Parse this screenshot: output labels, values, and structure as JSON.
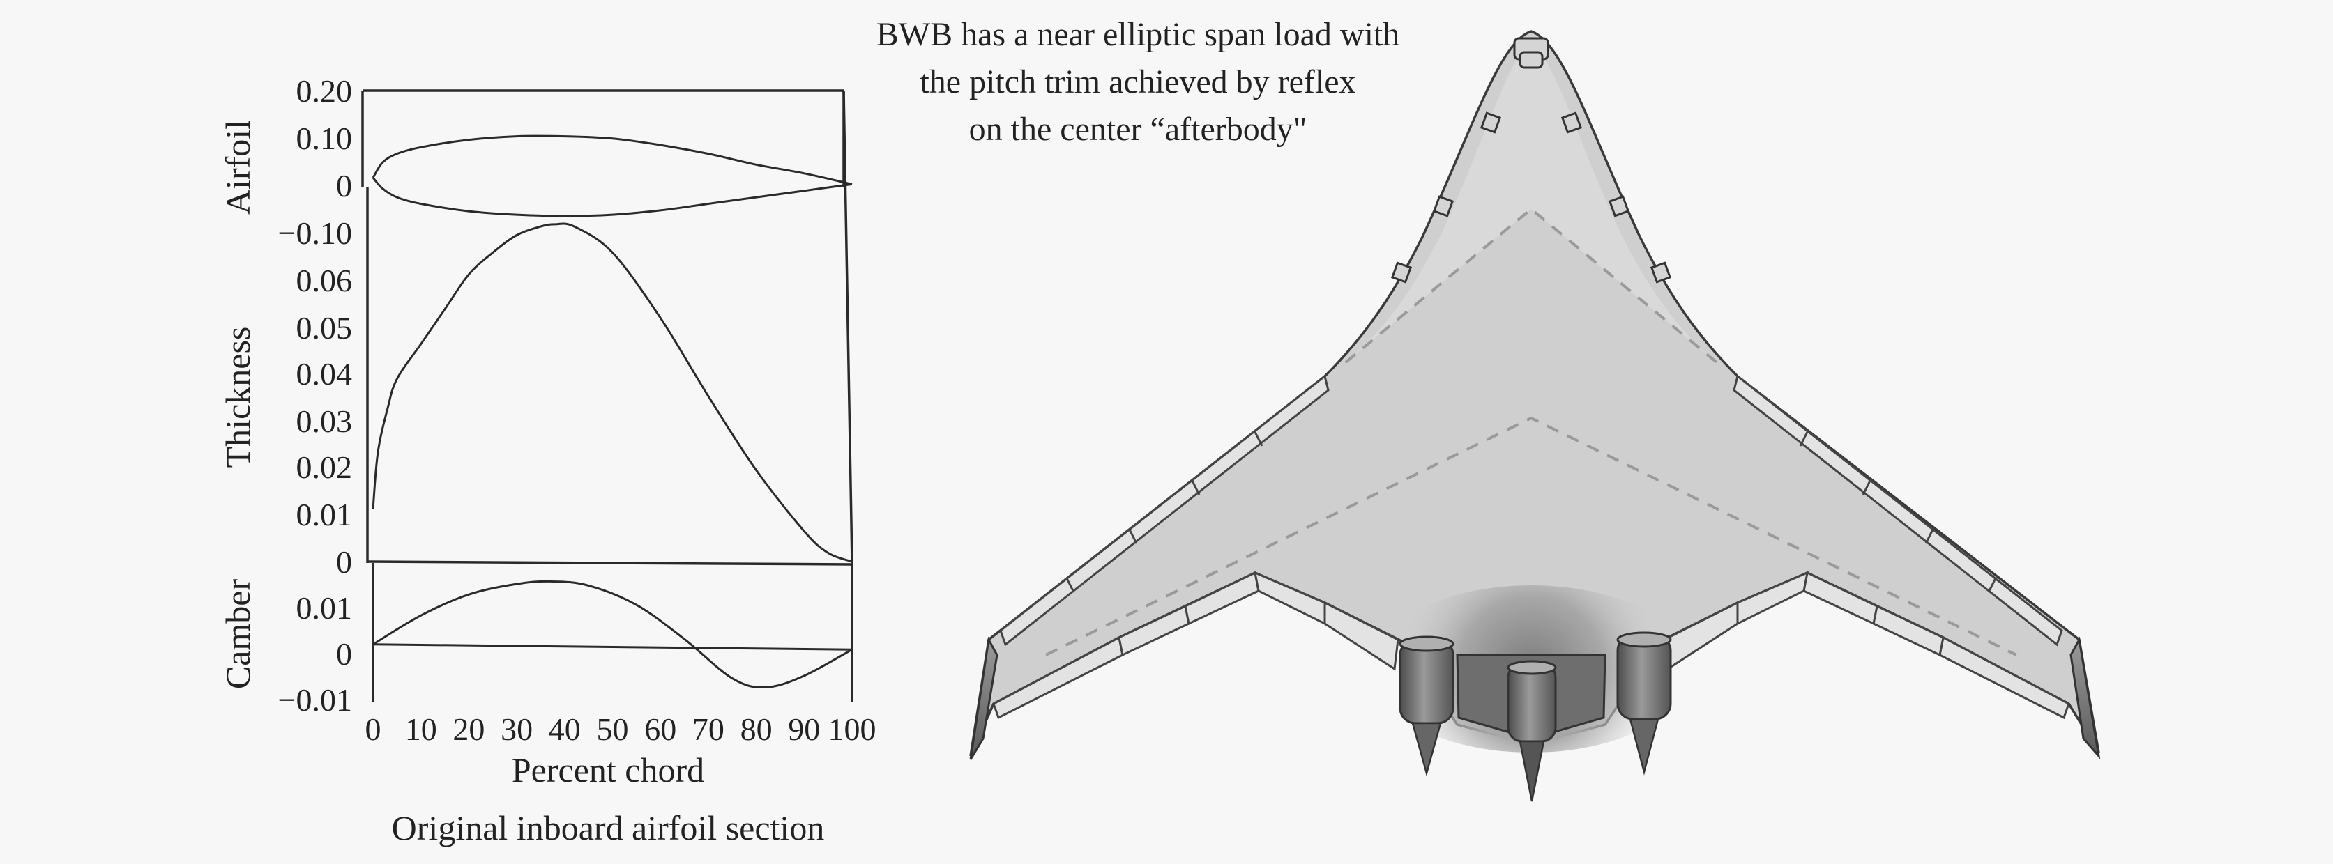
{
  "annotation": {
    "lines": [
      "BWB has a near elliptic span load with",
      "the pitch trim achieved by reflex",
      "on the center “afterbody\""
    ]
  },
  "chart_data": {
    "type": "line",
    "title": "",
    "caption": "Original inboard airfoil section",
    "xlabel": "Percent chord",
    "x_ticks": [
      "0",
      "10",
      "20",
      "30",
      "40",
      "50",
      "60",
      "70",
      "80",
      "90",
      "100"
    ],
    "xlim": [
      0,
      100
    ],
    "panels": [
      {
        "ylabel": "Airfoil",
        "y_ticks": [
          "0.20",
          "0.10",
          "0",
          "−0.10"
        ],
        "ylim": [
          -0.12,
          0.2
        ],
        "series": [
          {
            "x": [
              0,
              2,
              5,
              10,
              20,
              30,
              40,
              50,
              60,
              70,
              80,
              90,
              100
            ],
            "values": [
              0,
              0.035,
              0.055,
              0.07,
              0.087,
              0.095,
              0.095,
              0.09,
              0.075,
              0.055,
              0.03,
              0.01,
              -0.015
            ]
          },
          {
            "x": [
              0,
              2,
              5,
              10,
              20,
              30,
              40,
              50,
              60,
              70,
              80,
              90,
              100
            ],
            "values": [
              0,
              -0.025,
              -0.045,
              -0.06,
              -0.077,
              -0.085,
              -0.088,
              -0.085,
              -0.075,
              -0.06,
              -0.045,
              -0.03,
              -0.015
            ]
          }
        ]
      },
      {
        "ylabel": "Thickness",
        "y_ticks": [
          "0.06",
          "0.05",
          "0.04",
          "0.03",
          "0.02",
          "0.01",
          "0"
        ],
        "ylim": [
          0,
          0.065
        ],
        "series": [
          {
            "x": [
              0,
              1,
              3,
              5,
              10,
              15,
              20,
              25,
              30,
              35,
              38,
              42,
              50,
              60,
              70,
              80,
              90,
              95,
              100
            ],
            "values": [
              0.012,
              0.025,
              0.035,
              0.042,
              0.05,
              0.058,
              0.066,
              0.071,
              0.075,
              0.077,
              0.0775,
              0.077,
              0.071,
              0.056,
              0.038,
              0.021,
              0.007,
              0.002,
              0
            ]
          }
        ]
      },
      {
        "ylabel": "Camber",
        "y_ticks": [
          "0.01",
          "0",
          "−0.01"
        ],
        "ylim": [
          -0.01,
          0.0155
        ],
        "series": [
          {
            "x": [
              0,
              10,
              20,
              30,
              37,
              45,
              55,
              65,
              75,
              82,
              90,
              100
            ],
            "values": [
              0,
              0.0055,
              0.0095,
              0.0115,
              0.012,
              0.0112,
              0.0075,
              0.001,
              -0.0065,
              -0.0082,
              -0.006,
              -0.001
            ]
          },
          {
            "x": [
              0,
              100
            ],
            "values": [
              0,
              -0.001
            ]
          }
        ]
      }
    ]
  }
}
